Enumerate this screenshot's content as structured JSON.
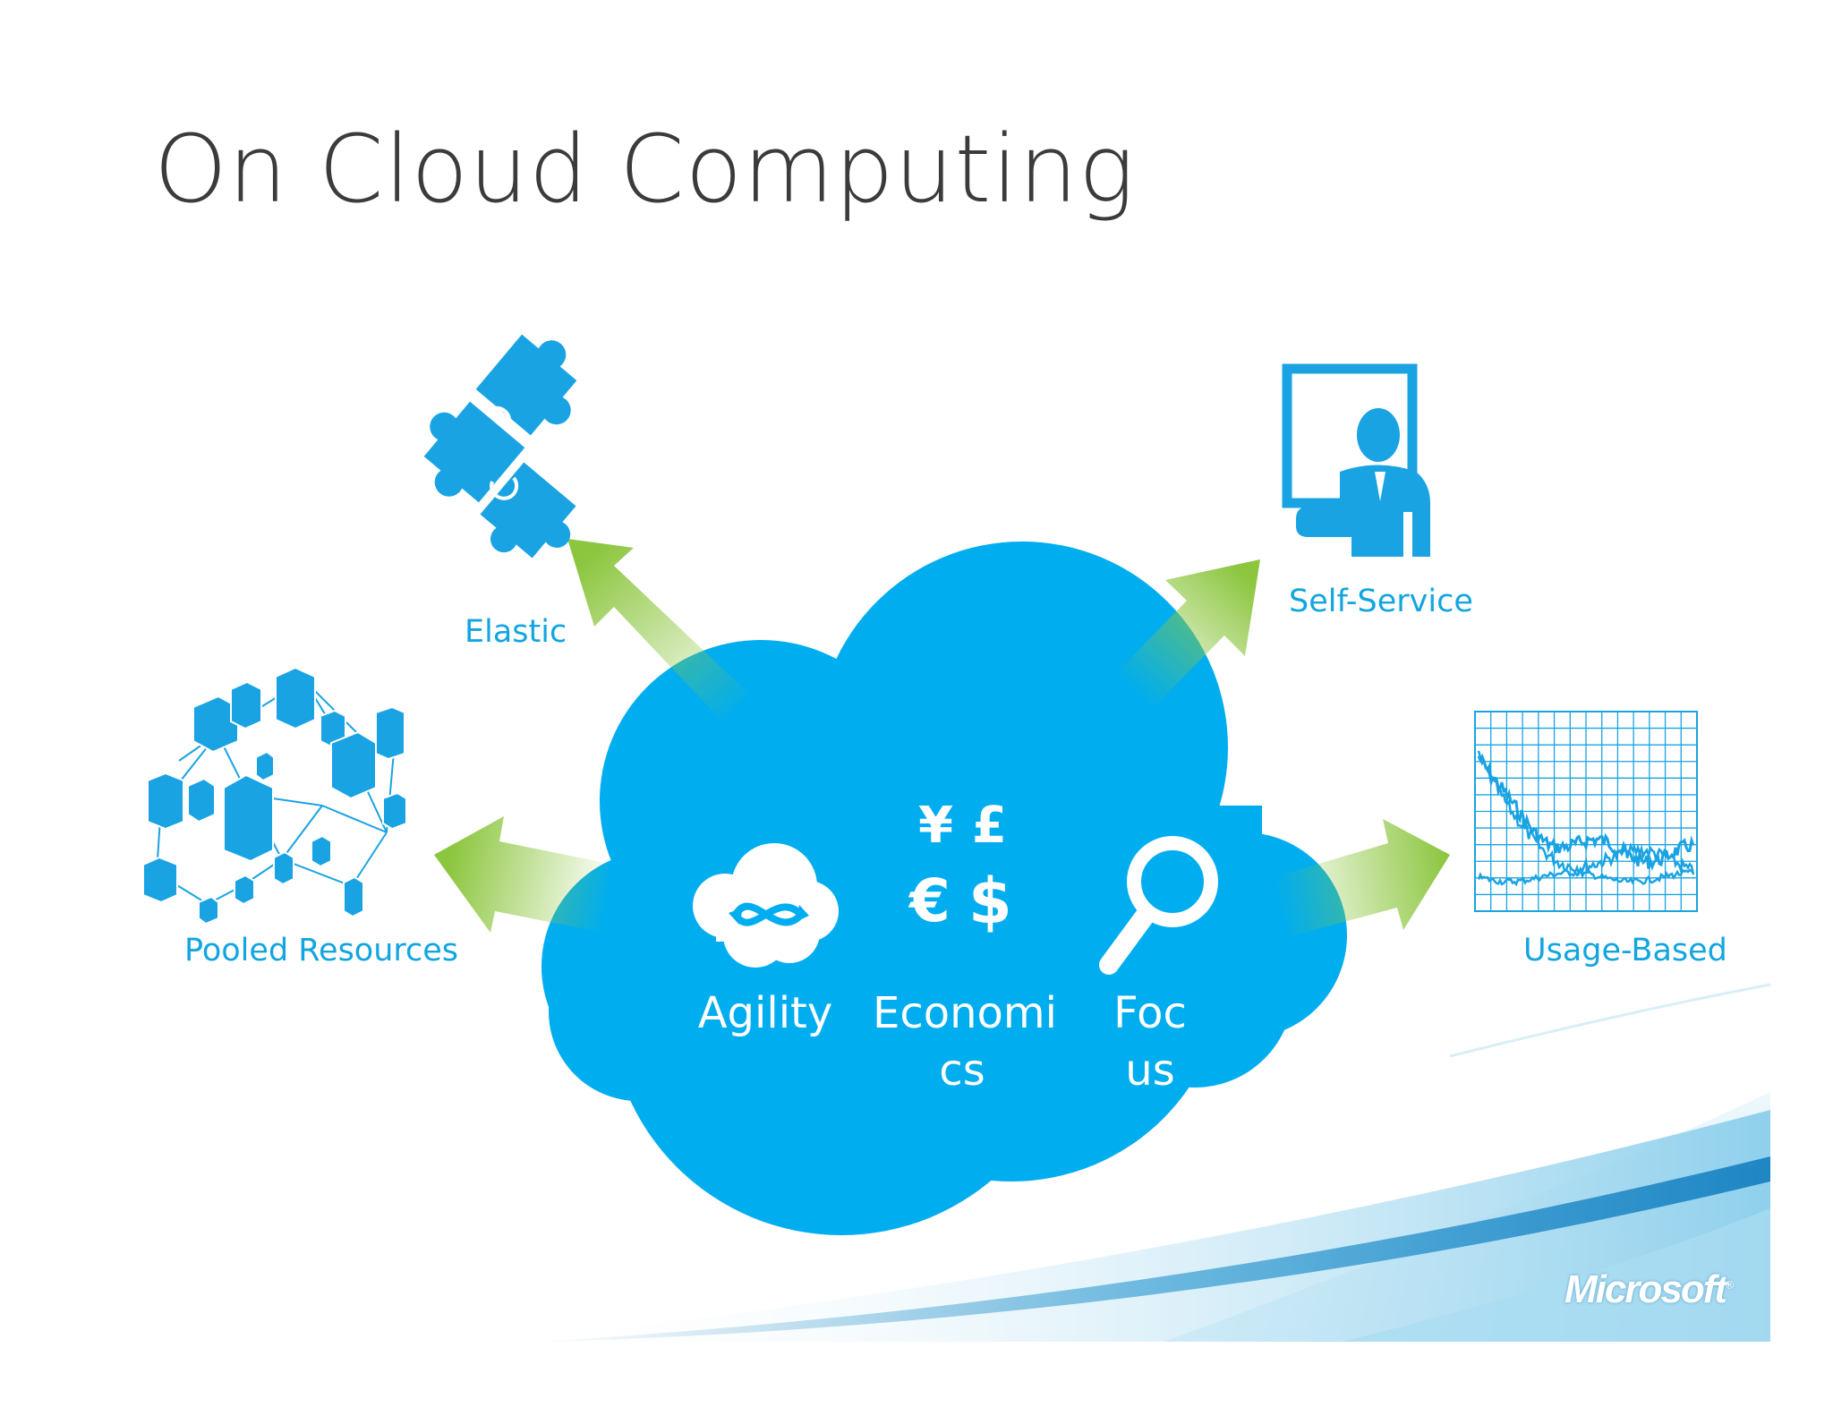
{
  "slide": {
    "title": "On Cloud Computing",
    "brand_logo": "Microsoft"
  },
  "cloud": {
    "color": "#00adef",
    "pillars": [
      {
        "id": "agility",
        "label_lines": [
          "Agility"
        ],
        "icon": "infinity-cloud-icon"
      },
      {
        "id": "economics",
        "label_lines": [
          "Economi",
          "cs"
        ],
        "icon": "currency-symbols-icon",
        "symbols": [
          "¥",
          "£",
          "€",
          "$"
        ]
      },
      {
        "id": "focus",
        "label_lines": [
          "Foc",
          "us"
        ],
        "icon": "magnifier-icon"
      }
    ]
  },
  "attributes": [
    {
      "id": "elastic",
      "label": "Elastic",
      "icon": "puzzle-pieces-icon"
    },
    {
      "id": "self-service",
      "label": "Self-Service",
      "icon": "person-at-screen-icon"
    },
    {
      "id": "pooled-resources",
      "label": "Pooled Resources",
      "icon": "server-network-icon"
    },
    {
      "id": "usage-based",
      "label": "Usage-Based",
      "icon": "usage-chart-icon"
    }
  ],
  "colors": {
    "accent_blue": "#00adef",
    "label_blue": "#12a5e0",
    "arrow_green": "#8cc63f",
    "title_gray": "#3b3b3b"
  }
}
